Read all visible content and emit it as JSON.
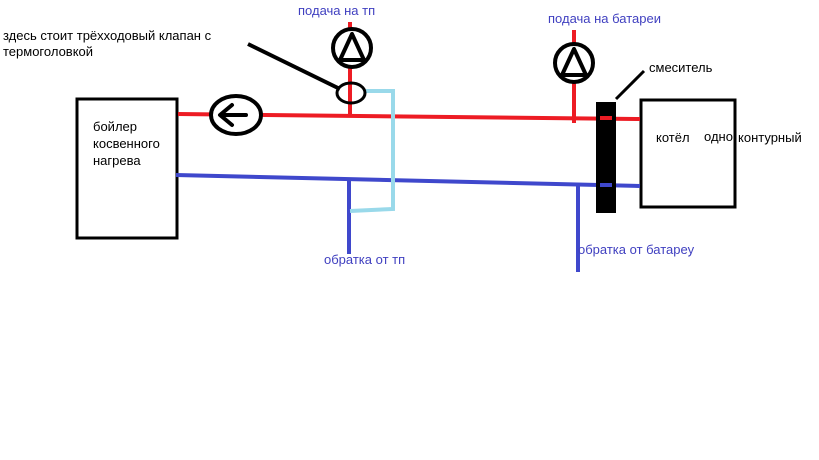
{
  "colors": {
    "supply": "#ed1c24",
    "return": "#3f48cc",
    "bypass": "#99d9ea",
    "outline": "#000000",
    "label_blue": "#4040c0"
  },
  "labels": {
    "valve_note_line1": "здесь стоит трёхходовый клапан с",
    "valve_note_line2": "термоголовкой",
    "supply_floor": "подача на тп",
    "supply_radiators": "подача на батареи",
    "mixer": "смеситель",
    "return_floor": "обратка от  тп",
    "return_radiators": "обратка от батареу"
  },
  "boiler": {
    "line1": "бойлер",
    "line2": "косвенного",
    "line3": "нагрева"
  },
  "kotel": {
    "word1": "котёл",
    "word2": "одно",
    "word3": "контурный"
  },
  "icons": {
    "pump_floor": "pump-up-arrow-icon",
    "pump_radiators": "pump-up-arrow-icon",
    "pump_boiler": "pump-left-arrow-icon",
    "valve": "three-way-valve-icon"
  }
}
